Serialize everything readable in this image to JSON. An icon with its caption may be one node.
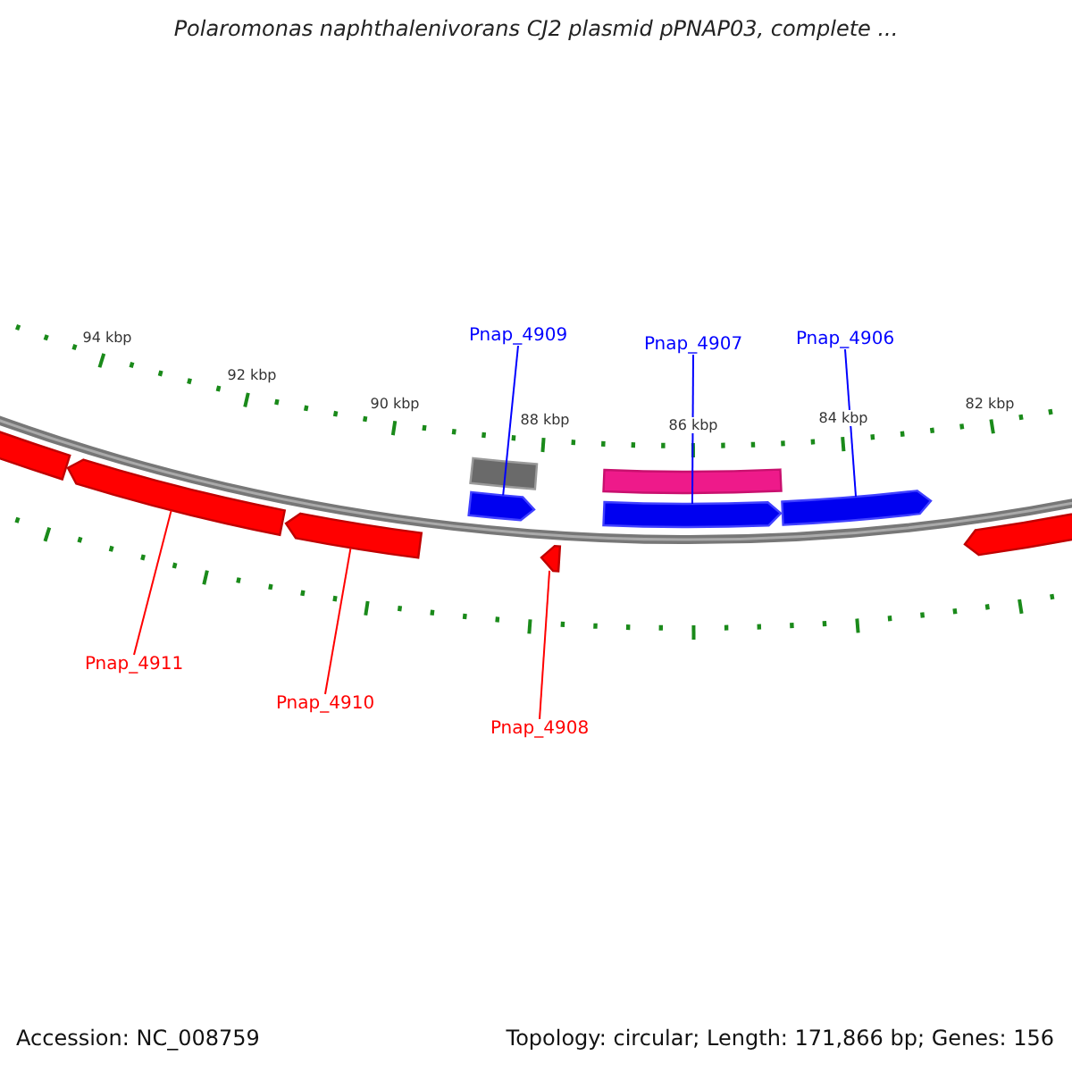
{
  "diagram": {
    "title": "Polaromonas naphthalenivorans CJ2 plasmid pPNAP03, complete ...",
    "nodes": [
      {
        "text": [
          "Pnap_4909"
        ]
      },
      {
        "text": [
          "Pnap_4907"
        ]
      },
      {
        "text": [
          "Pnap_4906"
        ]
      },
      {
        "text": [],
        "shape": "bar"
      },
      {
        "text": [],
        "shape": "bar"
      },
      {
        "text": [],
        "shape": "bar"
      },
      {
        "text": [],
        "shape": "arrow"
      },
      {
        "text": [],
        "shape": "arrow"
      },
      {
        "text": [],
        "shape": "arrow"
      },
      {
        "text": [],
        "shape": "arrow"
      },
      {
        "text": [],
        "shape": "arrow"
      },
      {
        "text": [],
        "shape": "arrow"
      },
      {
        "text": [],
        "shape": "arrow"
      },
      {
        "text": [
          "Pnap_4911"
        ]
      },
      {
        "text": [
          "Pnap_4910"
        ]
      },
      {
        "text": [
          "Pnap_4908"
        ]
      }
    ],
    "edges": [
      {
        "from": 0,
        "to": 7,
        "arrow": "none",
        "color": "#0000ff"
      },
      {
        "from": 1,
        "to": 8,
        "arrow": "none",
        "color": "#0000ff"
      },
      {
        "from": 2,
        "to": 9,
        "arrow": "none",
        "color": "#0000ff"
      },
      {
        "from": 13,
        "to": 6,
        "arrow": "none",
        "color": "#ff0000"
      },
      {
        "from": 14,
        "to": 10,
        "arrow": "none",
        "color": "#ff0000"
      },
      {
        "from": 15,
        "to": 12,
        "arrow": "none",
        "color": "#ff0000"
      }
    ],
    "labels": [
      "94 kbp",
      "92 kbp",
      "90 kbp",
      "88 kbp",
      "86 kbp",
      "84 kbp",
      "82 kbp",
      "Accession: NC_008759",
      "Topology: circular; Length: 171,866 bp; Genes: 156"
    ]
  }
}
